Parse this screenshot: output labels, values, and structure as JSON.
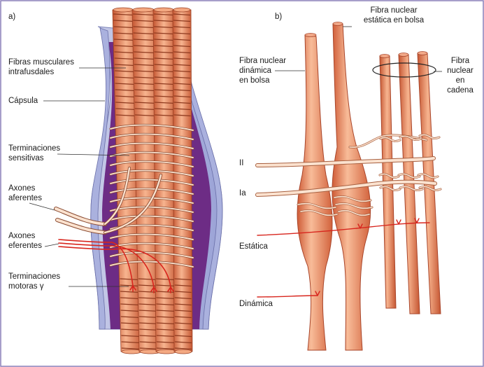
{
  "panels": {
    "a": {
      "tag": "a)"
    },
    "b": {
      "tag": "b)"
    }
  },
  "labels_a": {
    "intrafusal_l1": "Fibras musculares",
    "intrafusal_l2": "intrafusdales",
    "capsule": "Cápsula",
    "sensory_l1": "Terminaciones",
    "sensory_l2": "sensitivas",
    "afferent_l1": "Axones",
    "afferent_l2": "aferentes",
    "efferent_l1": "Axones",
    "efferent_l2": "eferentes",
    "motor_l1": "Terminaciones",
    "motor_l2": "motoras γ"
  },
  "labels_b": {
    "static_bag_l1": "Fibra nuclear",
    "static_bag_l2": "estática en bolsa",
    "dynamic_bag_l1": "Fibra nuclear",
    "dynamic_bag_l2": "dinámica",
    "dynamic_bag_l3": "en bolsa",
    "chain_l1": "Fibra",
    "chain_l2": "nuclear",
    "chain_l3": "en",
    "chain_l4": "cadena",
    "group_II": "II",
    "group_Ia": "Ia",
    "static": "Estática",
    "dynamic": "Dinámica"
  },
  "colors": {
    "fiber": "#e8744c",
    "fiber_light": "#f6b08c",
    "fiber_dark": "#b84a2c",
    "capsule_outer": "#b8bfe2",
    "capsule_inner": "#6a2a82",
    "nerve": "#fbe2cf",
    "efferent": "#d8261e",
    "leader": "#333333"
  }
}
